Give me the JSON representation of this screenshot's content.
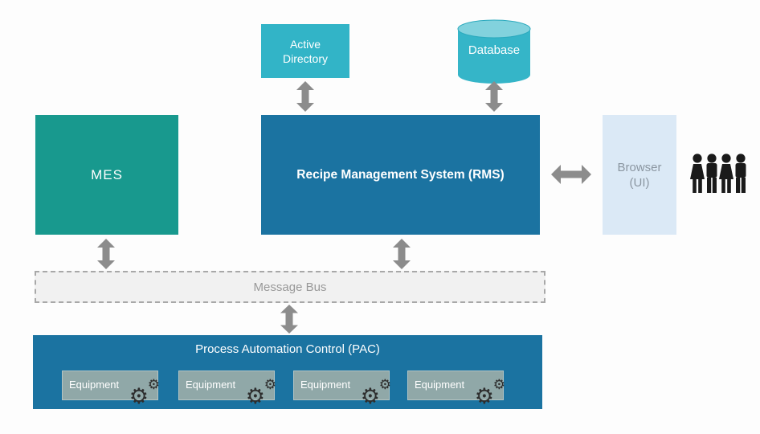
{
  "diagram": {
    "type": "system-architecture",
    "background_color": "#fdfdfd",
    "arrow_color": "#8c8c8c",
    "nodes": {
      "active_directory": {
        "label": "Active Directory",
        "fill": "#32b4c7",
        "text_color": "#ffffff"
      },
      "database": {
        "label": "Database",
        "shape": "cylinder",
        "fill": "#35b5c8",
        "top_fill": "#82d2dd",
        "text_color": "#ffffff"
      },
      "mes": {
        "label": "MES",
        "fill": "#18998e",
        "text_color": "#ffffff"
      },
      "rms": {
        "label": "Recipe Management System (RMS)",
        "fill": "#1b73a1",
        "text_color": "#ffffff"
      },
      "browser": {
        "label": "Browser (UI)",
        "label_line1": "Browser",
        "label_line2": "(UI)",
        "fill": "#dbe9f6",
        "text_color": "#8b96a1"
      },
      "users": {
        "icon": "users-icon",
        "count": 4,
        "color": "#1a1a1a"
      },
      "message_bus": {
        "label": "Message Bus",
        "fill": "#f1f1f1",
        "border_color": "#a8a8a8",
        "text_color": "#999999"
      },
      "pac": {
        "label": "Process Automation Control (PAC)",
        "fill": "#1b73a1",
        "text_color": "#ffffff"
      },
      "equipment_units": [
        {
          "label": "Equipment"
        },
        {
          "label": "Equipment"
        },
        {
          "label": "Equipment"
        },
        {
          "label": "Equipment"
        }
      ],
      "equipment_style": {
        "fill": "#90a8a8",
        "text_color": "#ffffff",
        "gear_color": "#2d2d2d"
      }
    },
    "icons": {
      "gear_glyph": "⚙"
    },
    "connections": [
      {
        "from": "Active Directory",
        "to": "Recipe Management System (RMS)",
        "type": "bidirectional"
      },
      {
        "from": "Database",
        "to": "Recipe Management System (RMS)",
        "type": "bidirectional"
      },
      {
        "from": "Recipe Management System (RMS)",
        "to": "Browser (UI)",
        "type": "bidirectional"
      },
      {
        "from": "MES",
        "to": "Message Bus",
        "type": "bidirectional"
      },
      {
        "from": "Recipe Management System (RMS)",
        "to": "Message Bus",
        "type": "bidirectional"
      },
      {
        "from": "Message Bus",
        "to": "Process Automation Control (PAC)",
        "type": "bidirectional"
      }
    ]
  }
}
